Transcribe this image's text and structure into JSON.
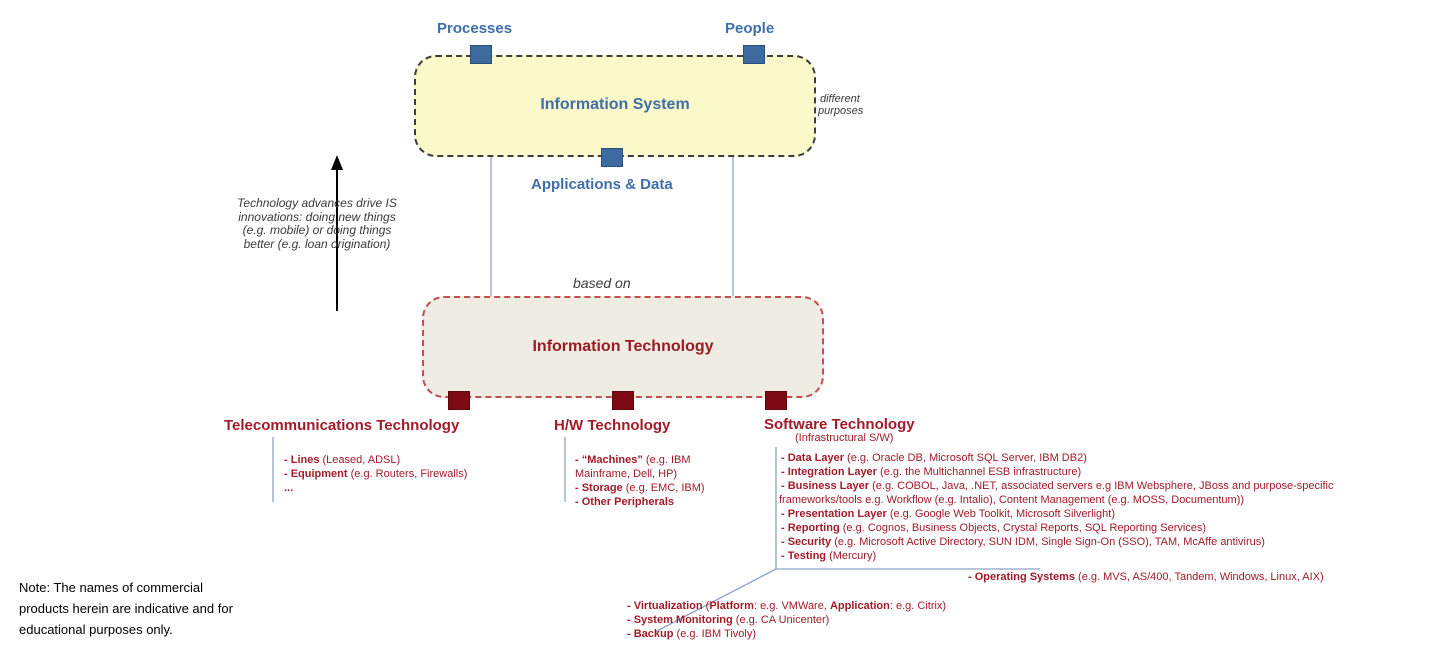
{
  "info_system": {
    "title": "Information System",
    "processes": "Processes",
    "people": "People",
    "apps_data": "Applications & Data",
    "purposes": [
      "different",
      "purposes"
    ]
  },
  "based_on": "based on",
  "arrow_note": [
    "Technology advances drive IS",
    "innovations: doing new things",
    "(e.g. mobile) or doing things",
    "better (e.g. loan origination)"
  ],
  "info_tech": {
    "title": "Information Technology"
  },
  "telecom": {
    "title": "Telecommunications Technology",
    "items": [
      {
        "k": "- Lines",
        "v": " (Leased, ADSL)"
      },
      {
        "k": "- Equipment",
        "v": " (e.g. Routers, Firewalls)"
      },
      {
        "k": "...",
        "v": ""
      }
    ]
  },
  "hw": {
    "title": "H/W Technology",
    "machines_k": "- “Machines”",
    "machines_v1": " (e.g. IBM",
    "machines_v2": "Mainframe, Dell, HP)",
    "storage_k": "- Storage",
    "storage_v": " (e.g. EMC, IBM)",
    "other_k": "- Other Peripherals"
  },
  "sw": {
    "title": "Software Technology",
    "subtitle": "(Infrastructural S/W)",
    "items": [
      {
        "k": "- Data Layer",
        "v": " (e.g. Oracle DB, Microsoft SQL Server, IBM DB2)"
      },
      {
        "k": "- Integration Layer",
        "v": " (e.g. the Multichannel ESB infrastructure)"
      },
      {
        "k": "- Business Layer",
        "v": " (e.g. COBOL, Java, .NET, associated servers e.g IBM Websphere, JBoss and purpose-specific"
      },
      {
        "k": "",
        "v": "frameworks/tools e.g. Workflow (e.g. Intalio), Content Management (e.g. MOSS, Documentum))"
      },
      {
        "k": "- Presentation Layer",
        "v": " (e.g. Google Web Toolkit, Microsoft Silverlight)"
      },
      {
        "k": "- Reporting",
        "v": " (e.g. Cognos, Business Objects, Crystal Reports, SQL Reporting Services)"
      },
      {
        "k": "- Security",
        "v": " (e.g. Microsoft Active Directory, SUN IDM, Single Sign-On (SSO), TAM, McAffe antivirus)"
      },
      {
        "k": "- Testing",
        "v": " (Mercury)"
      }
    ],
    "os_k": "- Operating Systems",
    "os_v": " (e.g. MVS, AS/400, Tandem, Windows, Linux, AIX)",
    "virt_k": "- Virtualization",
    "virt_v1": " (",
    "virt_p": "Platform",
    "virt_v2": ": e.g. VMWare, ",
    "virt_a": "Application",
    "virt_v3": ": e.g. Citrix)",
    "mon_k": "- System Monitoring",
    "mon_v": " (e.g. CA Unicenter)",
    "bak_k": "- Backup",
    "bak_v": " (e.g. IBM Tivoly)"
  },
  "note": [
    "Note: The names of commercial",
    "products herein are indicative and for",
    "educational purposes only."
  ]
}
